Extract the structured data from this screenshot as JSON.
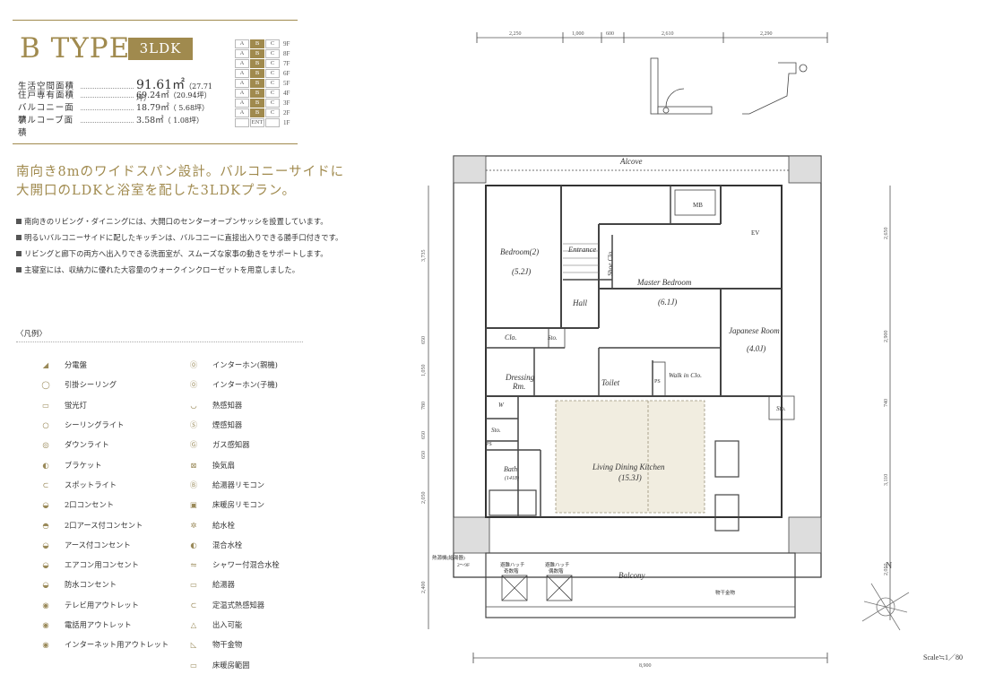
{
  "header": {
    "type_title": "B TYPE",
    "layout_badge": "3LDK"
  },
  "areas": [
    {
      "label": "生活空間面積",
      "value": "91.61㎡",
      "tsubo": "（27.71坪）"
    },
    {
      "label": "住戸専有面積",
      "value": "69.24㎡",
      "tsubo": "（20.94坪）"
    },
    {
      "label": "バルコニー面積",
      "value": "18.79㎡",
      "tsubo": "（ 5.68坪）"
    },
    {
      "label": "アルコーブ面積",
      "value": "3.58㎡",
      "tsubo": "（ 1.08坪）"
    }
  ],
  "floors": [
    {
      "floor": "9F",
      "units": [
        "A",
        "B",
        "C"
      ]
    },
    {
      "floor": "8F",
      "units": [
        "A",
        "B",
        "C"
      ]
    },
    {
      "floor": "7F",
      "units": [
        "A",
        "B",
        "C"
      ]
    },
    {
      "floor": "6F",
      "units": [
        "A",
        "B",
        "C"
      ]
    },
    {
      "floor": "5F",
      "units": [
        "A",
        "B",
        "C"
      ]
    },
    {
      "floor": "4F",
      "units": [
        "A",
        "B",
        "C"
      ]
    },
    {
      "floor": "3F",
      "units": [
        "A",
        "B",
        "C"
      ]
    },
    {
      "floor": "2F",
      "units": [
        "A",
        "B",
        "C"
      ]
    },
    {
      "floor": "1F",
      "units": [
        "",
        "ENT",
        ""
      ]
    }
  ],
  "headline": [
    "南向き8mのワイドスパン設計。バルコニーサイドに",
    "大開口のLDKと浴室を配した3LDKプラン。"
  ],
  "bullets": [
    "南向きのリビング・ダイニングには、大開口のセンターオープンサッシを設置しています。",
    "明るいバルコニーサイドに配したキッチンは、バルコニーに直接出入りできる勝手口付きです。",
    "リビングと廊下の両方へ出入りできる洗面室が、スムーズな家事の動きをサポートします。",
    "主寝室には、収納力に優れた大容量のウォークインクローゼットを用意しました。"
  ],
  "legend_title": "〈凡例〉",
  "legend_left": [
    "分電盤",
    "引掛シーリング",
    "蛍光灯",
    "シーリングライト",
    "ダウンライト",
    "ブラケット",
    "スポットライト",
    "2口コンセント",
    "2口アース付コンセント",
    "アース付コンセント",
    "エアコン用コンセント",
    "防水コンセント",
    "テレビ用アウトレット",
    "電話用アウトレット",
    "インターネット用アウトレット"
  ],
  "legend_right": [
    "インターホン(親機)",
    "インターホン(子機)",
    "熱感知器",
    "煙感知器",
    "ガス感知器",
    "換気扇",
    "給湯器リモコン",
    "床暖房リモコン",
    "給水栓",
    "混合水栓",
    "シャワー付混合水栓",
    "給湯器",
    "定温式熱感知器",
    "出入可能",
    "物干金物",
    "床暖房範囲"
  ],
  "plan": {
    "rooms": {
      "alcove": "Alcove",
      "mb": "MB",
      "ev": "EV",
      "bedroom2": "Bedroom(2)",
      "bedroom2_size": "(5.2J)",
      "entrance": "Entrance",
      "shoe": "Shoe Clo.",
      "master": "Master Bedroom",
      "master_size": "(6.1J)",
      "hall": "Hall",
      "japanese": "Japanese Room",
      "japanese_size": "(4.0J)",
      "clo": "Clo.",
      "sto1": "Sto.",
      "dressing": "Dressing",
      "dressing2": "Rm.",
      "toilet": "Toilet",
      "ps1": "PS",
      "walkin": "Walk in Clo.",
      "w": "W",
      "sto2": "Sto.",
      "sto3": "Sto.",
      "ps2": "PS",
      "bath": "Bath",
      "bath_size": "(1418)",
      "ldk": "Living Dining Kitchen",
      "ldk_size": "(15.3J)",
      "balcony": "Balcony",
      "hatch1": "避難ハッチ",
      "hatch1b": "奇数階",
      "hatch2": "避難ハッチ",
      "hatch2b": "偶数階",
      "heat": "熱源機(給湯器)",
      "heat2": "2〜9F",
      "hanger": "物干金物"
    },
    "top_dims": [
      "2,250",
      "1,000",
      "600",
      "2,610",
      "2,290"
    ],
    "bottom_dim": "8,900",
    "left_dims": [
      "3,735",
      "650",
      "1,050",
      "780",
      "650",
      "650",
      "2,050",
      "2,400"
    ],
    "right_dims": [
      "2,650",
      "2,900",
      "740",
      "3,110",
      "2,050"
    ],
    "north": "N"
  },
  "scale": "Scale≒1／80",
  "colors": {
    "accent": "#a08a4e",
    "ldk_floor": "#f1ede0"
  }
}
